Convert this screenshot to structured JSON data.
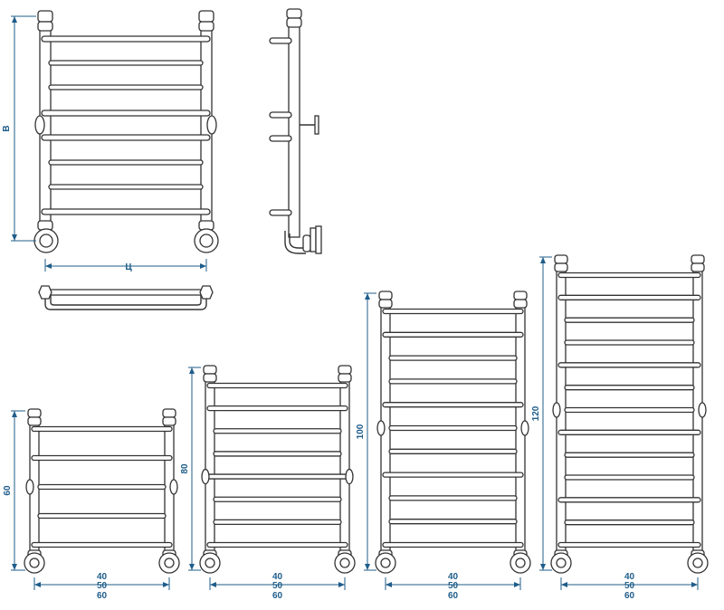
{
  "labels": {
    "height_symbol": "В",
    "width_symbol": "Ц"
  },
  "variants": [
    {
      "height": "60",
      "width1": "40",
      "width2": "50",
      "width3": "60"
    },
    {
      "height": "80",
      "width1": "40",
      "width2": "50",
      "width3": "60"
    },
    {
      "height": "100",
      "width1": "40",
      "width2": "50",
      "width3": "60"
    },
    {
      "height": "120",
      "width1": "40",
      "width2": "50",
      "width3": "60"
    }
  ],
  "colors": {
    "line": "#333333",
    "dimension": "#1f5d8a"
  }
}
